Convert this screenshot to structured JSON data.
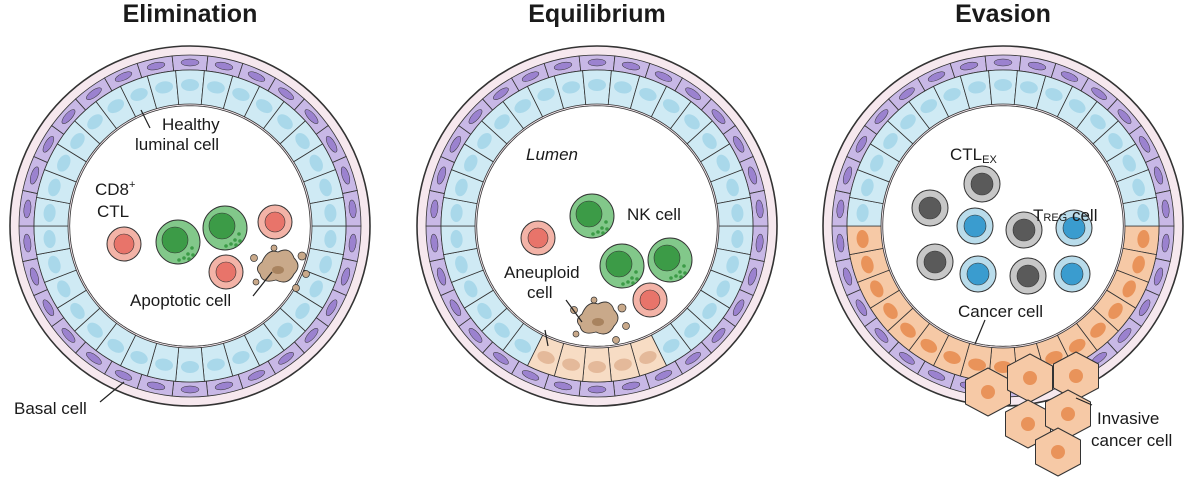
{
  "titles": {
    "elimination": "Elimination",
    "equilibrium": "Equilibrium",
    "evasion": "Evasion"
  },
  "labels": {
    "healthy_line1": "Healthy",
    "healthy_line2": "luminal cell",
    "cd8_base": "CD8",
    "cd8_sup": "+",
    "ctl": "CTL",
    "apoptotic": "Apoptotic cell",
    "basal": "Basal cell",
    "lumen": "Lumen",
    "nk": "NK cell",
    "aneuploid_line1": "Aneuploid",
    "aneuploid_line2": "cell",
    "ctlex_base": "CTL",
    "ctlex_sub": "EX",
    "treg_t": "T",
    "treg_sub": "REG",
    "treg_cell": " cell",
    "cancer": "Cancer cell",
    "invasive_line1": "Invasive",
    "invasive_line2": "cancer cell"
  },
  "colors": {
    "luminal_fill": "#cfeaf4",
    "luminal_nucleus": "#a9d8ea",
    "basal_fill": "#c8b8e6",
    "basal_nucleus": "#9b82cf",
    "basement_fill": "#f6e8ee",
    "cancer_fill": "#f6c9a6",
    "cancer_nucleus": "#e9935a",
    "aneuploid_fill": "#f7dcc4",
    "aneuploid_nucleus": "#e4b99a",
    "ctl_fill": "#f3b3a7",
    "ctl_nucleus": "#e8746a",
    "nk_fill": "#82c88a",
    "nk_nucleus": "#3c9b47",
    "apoptotic_fill": "#c9a98a",
    "treg_fill": "#b9dceb",
    "treg_nucleus": "#3a9ccf",
    "ctlex_fill": "#c7c7c7",
    "ctlex_nucleus": "#5a5a5a",
    "outline": "#333333"
  }
}
